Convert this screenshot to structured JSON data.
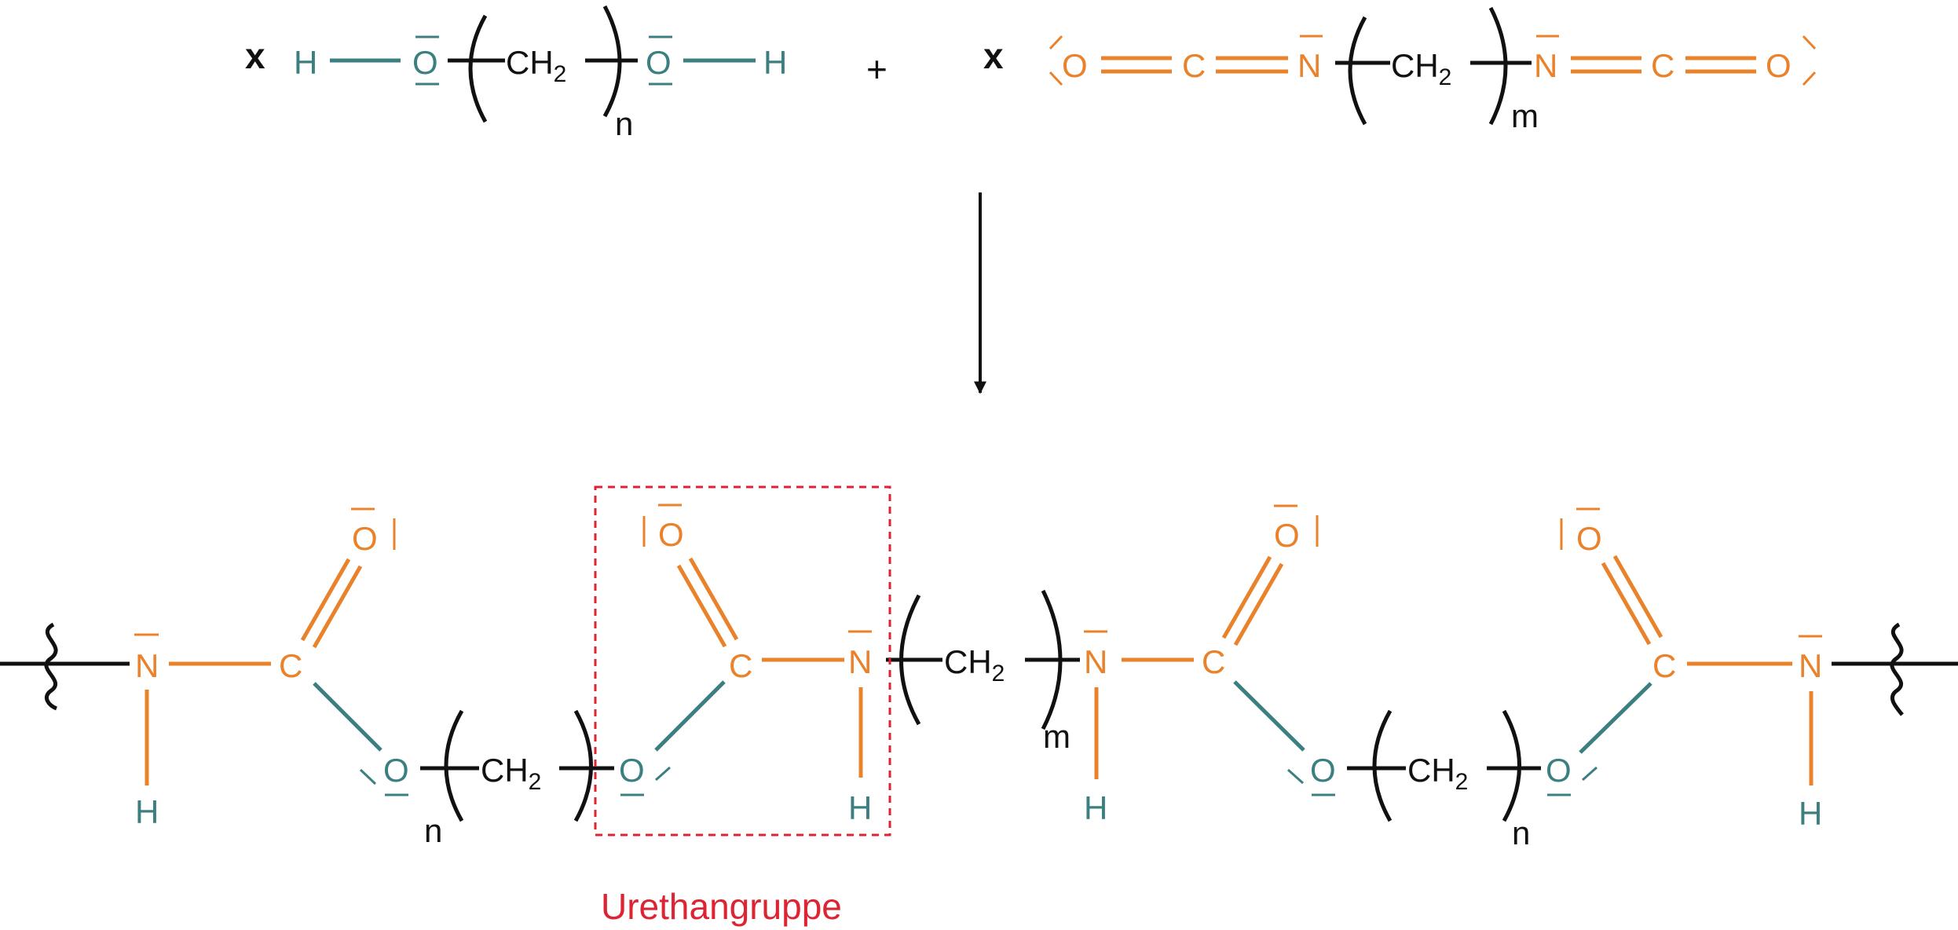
{
  "reaction": {
    "coefficient_left": "x",
    "coefficient_right": "x",
    "plus": "+",
    "index_n": "n",
    "index_m": "m"
  },
  "atoms": {
    "H": "H",
    "O": "O",
    "N": "N",
    "C": "C",
    "CH": "CH",
    "sub2": "2"
  },
  "highlight": {
    "label": "Urethangruppe"
  },
  "colors": {
    "diol": "#3b7f80",
    "isocyanate": "#e9822a",
    "backbone": "#111111",
    "highlight": "#dd2433"
  }
}
